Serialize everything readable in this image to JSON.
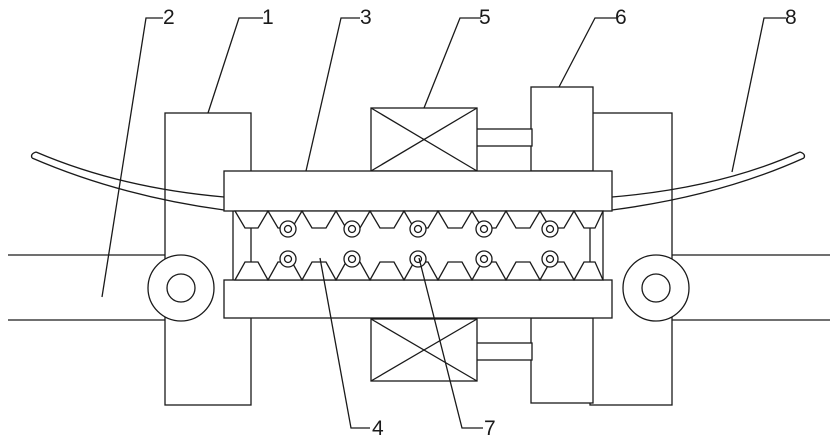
{
  "labels": {
    "l1": "1",
    "l2": "2",
    "l3": "3",
    "l4": "4",
    "l5": "5",
    "l6": "6",
    "l7": "7",
    "l8": "8"
  },
  "colors": {
    "line": "#1a1a1a",
    "background": "#ffffff"
  }
}
